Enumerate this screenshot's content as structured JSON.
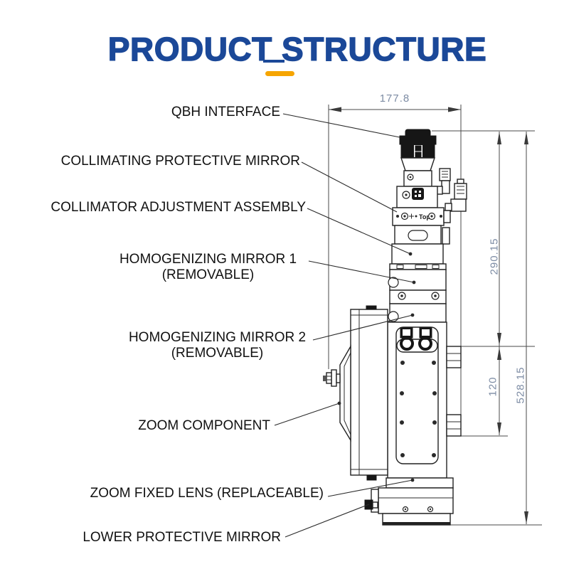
{
  "title": {
    "text": "PRODUCT STRUCTURE"
  },
  "labels": [
    {
      "id": "qbh-interface",
      "text": "QBH INTERFACE"
    },
    {
      "id": "collimating-protective-mirror",
      "text": "COLLIMATING PROTECTIVE MIRROR"
    },
    {
      "id": "collimator-adjustment-assembly",
      "text": "COLLIMATOR ADJUSTMENT ASSEMBLY"
    },
    {
      "id": "homogenizing-mirror-1",
      "text": "HOMOGENIZING MIRROR 1",
      "suffix": "(REMOVABLE)"
    },
    {
      "id": "homogenizing-mirror-2",
      "text": "HOMOGENIZING MIRROR 2",
      "suffix": "(REMOVABLE)"
    },
    {
      "id": "zoom-component",
      "text": "ZOOM COMPONENT"
    },
    {
      "id": "zoom-fixed-lens",
      "text": "ZOOM FIXED LENS (REPLACEABLE)"
    },
    {
      "id": "lower-protective-mirror",
      "text": "LOWER PROTECTIVE MIRROR"
    }
  ],
  "dimensions": {
    "width": "177.8",
    "upper_height": "290.15",
    "lower_height": "120",
    "total_height": "528.15"
  },
  "drawing": {
    "top_marking": "Top"
  },
  "colors": {
    "title_blue": "#1b4898",
    "accent_orange": "#f6a500",
    "dimension_text": "#7d8ca4",
    "line": "#222222"
  }
}
